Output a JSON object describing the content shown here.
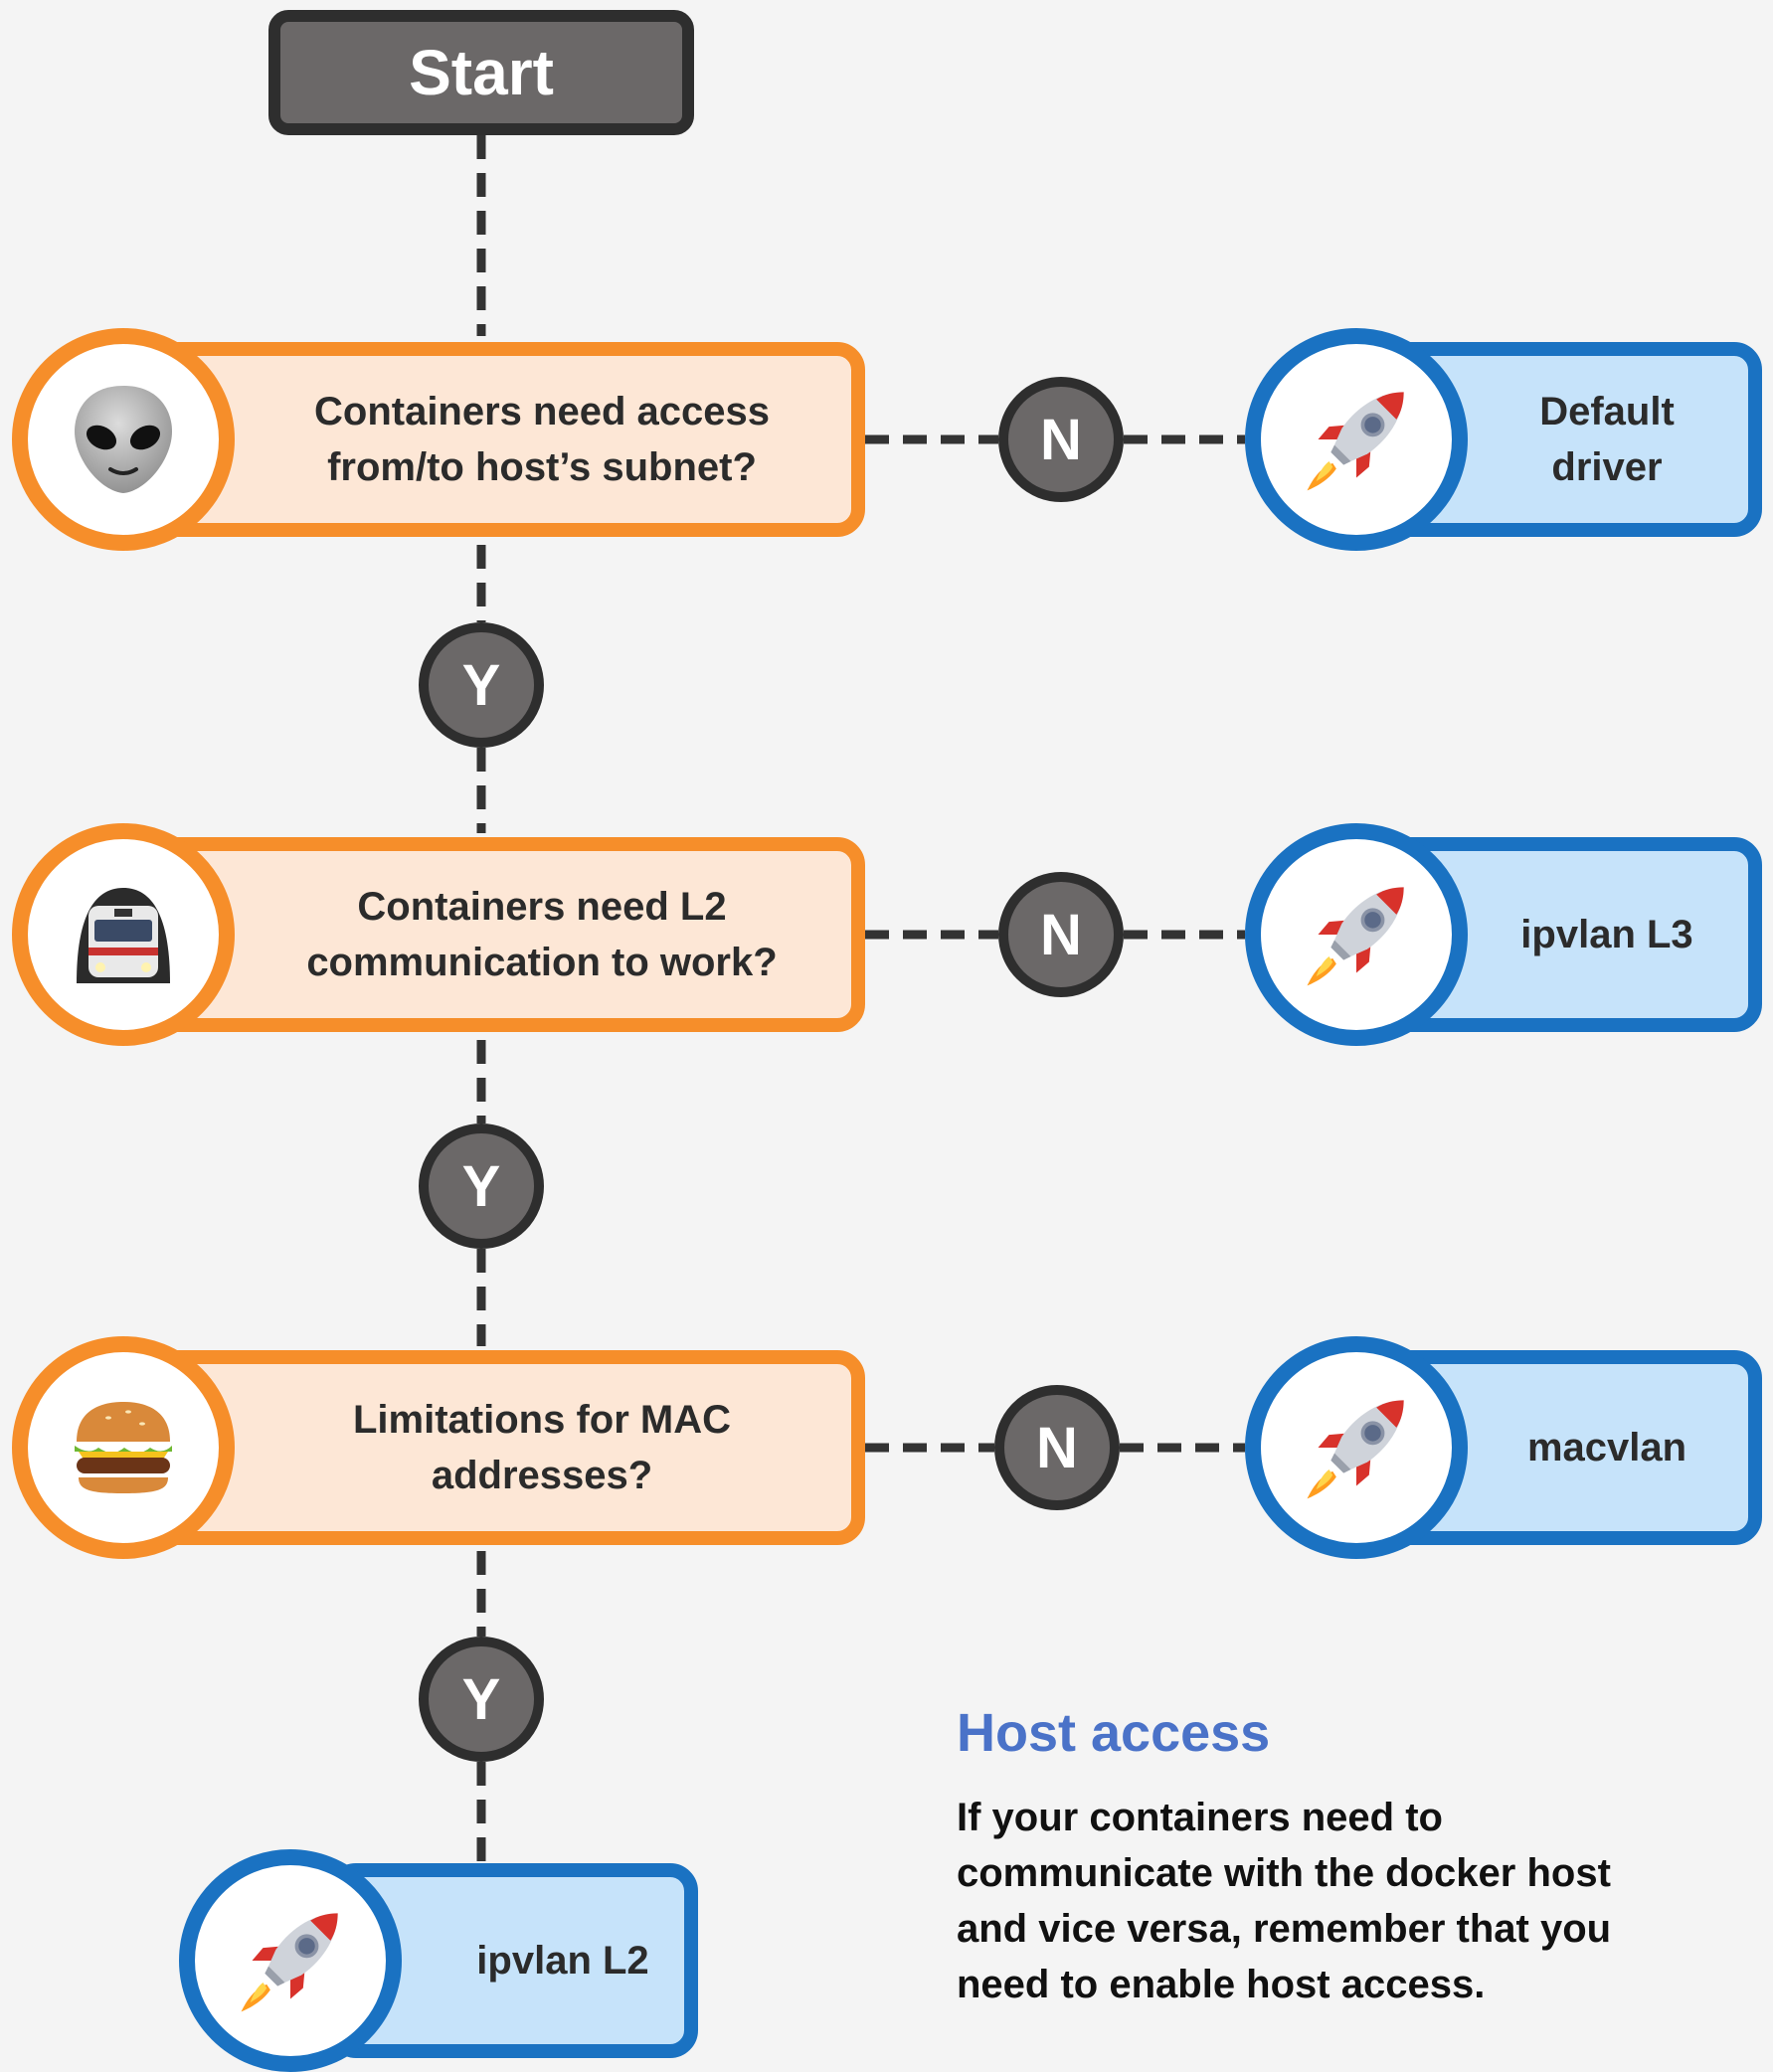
{
  "start": {
    "label": "Start"
  },
  "questions": [
    {
      "text": "Containers need access from/to host’s subnet?",
      "icon": "alien-icon"
    },
    {
      "text": "Containers need L2 communication to work?",
      "icon": "train-icon"
    },
    {
      "text": "Limitations for MAC addresses?",
      "icon": "burger-icon"
    }
  ],
  "no_label": "N",
  "yes_label": "Y",
  "results": [
    {
      "text": "Default driver",
      "icon": "rocket-icon"
    },
    {
      "text": "ipvlan L3",
      "icon": "rocket-icon"
    },
    {
      "text": "macvlan",
      "icon": "rocket-icon"
    }
  ],
  "final_result": {
    "text": "ipvlan L2",
    "icon": "rocket-icon"
  },
  "note": {
    "title": "Host access",
    "body": "If your containers need to communicate with the docker host and vice versa, remember that you need to enable host access."
  },
  "colors": {
    "question_border": "#f68e2a",
    "question_fill": "#fde7d6",
    "result_border": "#1a72c2",
    "result_fill": "#c6e3fa",
    "node_fill": "#6b6868",
    "node_border": "#2e2e2e",
    "note_title": "#4a72c8"
  }
}
